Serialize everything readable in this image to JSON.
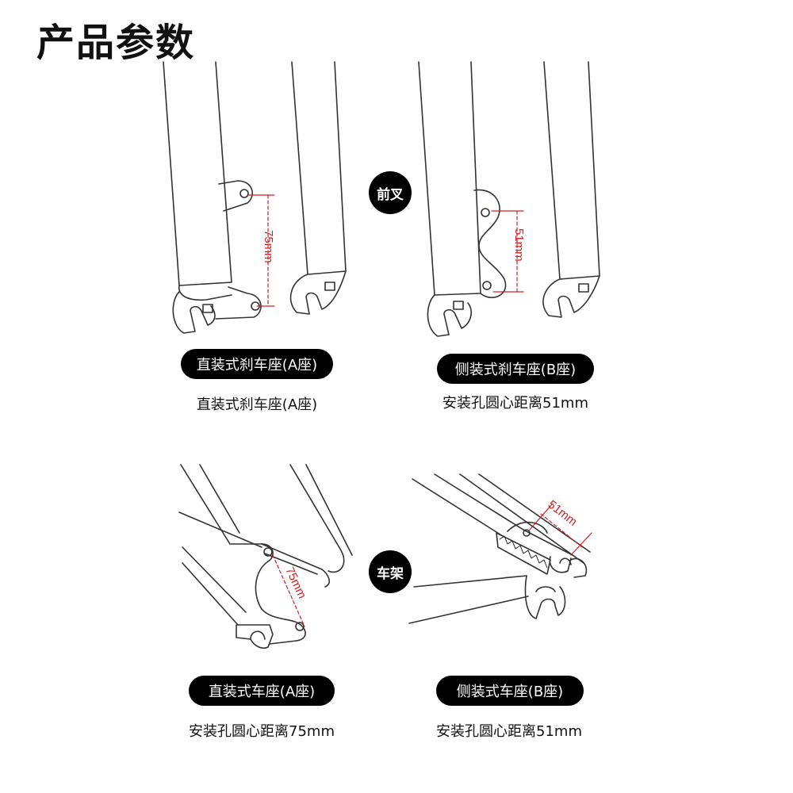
{
  "page_title": "产品参数",
  "sections": {
    "fork": {
      "label": "前叉"
    },
    "frame": {
      "label": "车架"
    }
  },
  "fork_a": {
    "badge": "直装式刹车座(A座)",
    "caption": "直装式刹车座(A座)",
    "dimension": "75mm"
  },
  "fork_b": {
    "badge": "侧装式刹车座(B座)",
    "caption": "安装孔圆心距离51mm",
    "dimension": "51mm"
  },
  "frame_a": {
    "badge": "直装式车座(A座)",
    "caption": "安装孔圆心距离75mm",
    "dimension": "75mm"
  },
  "frame_b": {
    "badge": "侧装式车座(B座)",
    "caption": "安装孔圆心距离51mm",
    "dimension": "51mm"
  },
  "colors": {
    "dimension_line": "#d61f1f",
    "badge_bg": "#000000",
    "line_art": "#333333"
  }
}
